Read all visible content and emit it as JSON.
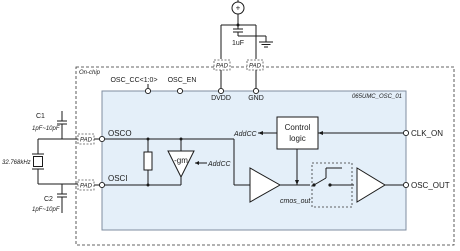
{
  "colors": {
    "chip_fill": "#e4eff9",
    "line": "#1a1a1a",
    "chip_border": "#7f8ea0",
    "white": "#ffffff"
  },
  "labels": {
    "vcc_symbol": "+",
    "capacitor_top": "1uF",
    "pad_supply_1": "PAD",
    "pad_supply_2": "PAD",
    "on_chip": "On-chip",
    "block_name": "065UMC_OSC_01",
    "osc_cc": "OSC_CC<1:0>",
    "osc_en": "OSC_EN",
    "dvdd": "DVDD",
    "gnd": "GND",
    "c1": "C1",
    "c1_range": "1pF~10pF",
    "c2": "C2",
    "c2_range": "1pF~10pF",
    "crystal": "32.768kHz",
    "pad_osco": "PAD",
    "pad_osci": "PAD",
    "osco": "OSCO",
    "osci": "OSCI",
    "addcc_left": "AddCC",
    "addcc_gm": "AddCC",
    "control_logic_1": "Control",
    "control_logic_2": "logic",
    "gm": "-gm",
    "cmos_out": "cmos_out",
    "clk_on": "CLK_ON",
    "osc_out": "OSC_OUT"
  },
  "icons": {
    "source": "voltage-source-icon",
    "cap": "capacitor-icon",
    "ground": "ground-icon",
    "crystal": "crystal-icon",
    "resistor": "resistor-icon",
    "buffer": "buffer-triangle-icon",
    "gm_amp": "amplifier-triangle-icon",
    "switch": "switch-icon"
  }
}
